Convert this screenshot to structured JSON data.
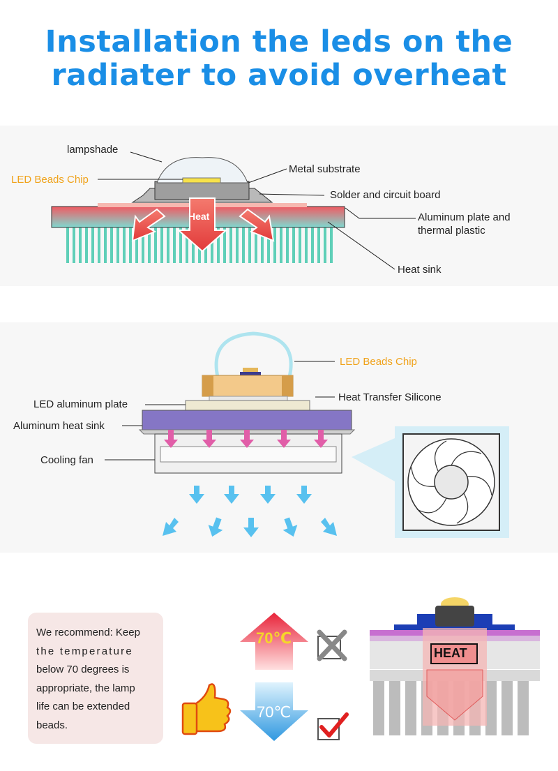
{
  "title": {
    "line1": "Installation the leds on the",
    "line2": "radiater to avoid overheat"
  },
  "diagram1": {
    "lampshade": "lampshade",
    "led_chip": "LED Beads Chip",
    "metal_substrate": "Metal substrate",
    "solder": "Solder and circuit board",
    "aluminum_plate_1": "Aluminum plate and",
    "aluminum_plate_2": "thermal plastic",
    "heat_sink": "Heat sink",
    "heat_badge": "Heat"
  },
  "diagram2": {
    "led_chip": "LED Beads Chip",
    "led_aluminum_plate": "LED aluminum plate",
    "heat_transfer": "Heat Transfer Silicone",
    "aluminum_heat_sink": "Aluminum heat sink",
    "cooling_fan": "Cooling fan"
  },
  "diagram3": {
    "recommend": [
      "We recommend: Keep",
      "the temperature",
      "below 70 degrees is",
      "appropriate, the lamp",
      "life can be extended",
      "beads."
    ],
    "temp_up": "70℃",
    "temp_down": "70℃",
    "heat_label": "HEAT"
  },
  "colors": {
    "title": "#1a8ee6",
    "accent_orange": "#f0a21a",
    "heat_red": "#e8484f",
    "arrow_blue": "#58c1ef",
    "sink_purple": "#8576c5"
  }
}
